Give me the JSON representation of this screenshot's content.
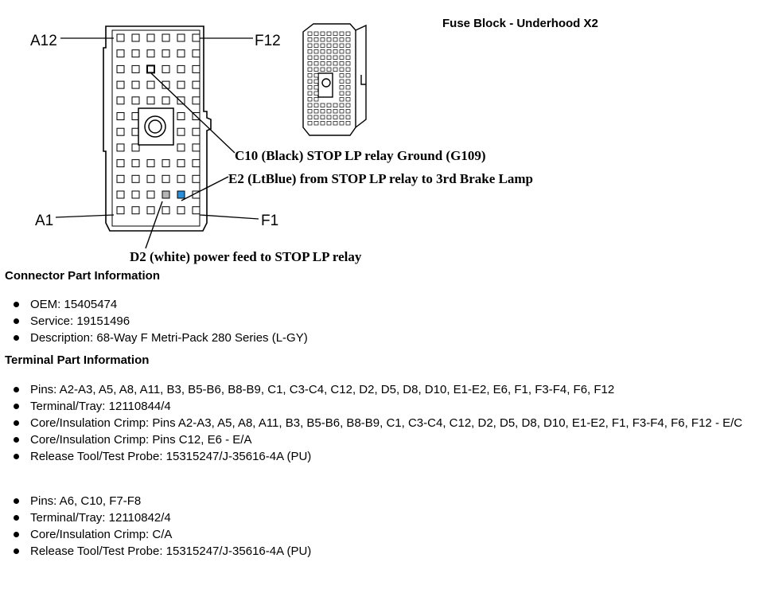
{
  "header": {
    "title": "Fuse Block - Underhood X2"
  },
  "diagram": {
    "corner_labels": {
      "top_left": "A12",
      "top_right": "F12",
      "bottom_left": "A1",
      "bottom_right": "F1"
    },
    "callouts": [
      {
        "pin": "C10",
        "text": "C10 (Black) STOP LP relay Ground (G109)"
      },
      {
        "pin": "E2",
        "text": "E2 (LtBlue) from STOP LP relay to 3rd Brake Lamp",
        "color": "#2a8fd8"
      },
      {
        "pin": "D2",
        "text": "D2 (white) power feed to STOP LP relay",
        "color": "#b4b4b4"
      }
    ]
  },
  "connector_info": {
    "heading": "Connector Part Information",
    "items": [
      "OEM: 15405474",
      "Service: 19151496",
      "Description: 68-Way F Metri-Pack 280 Series (L-GY)"
    ]
  },
  "terminal_info": {
    "heading": "Terminal Part Information",
    "group1": [
      "Pins: A2-A3, A5, A8, A11, B3, B5-B6, B8-B9, C1, C3-C4, C12, D2, D5, D8, D10, E1-E2, E6, F1, F3-F4, F6, F12",
      "Terminal/Tray: 12110844/4",
      "Core/Insulation Crimp: Pins A2-A3, A5, A8, A11, B3, B5-B6, B8-B9, C1, C3-C4, C12, D2, D5, D8, D10, E1-E2, F1, F3-F4, F6, F12 - E/C",
      "Core/Insulation Crimp: Pins C12, E6 - E/A",
      "Release Tool/Test Probe: 15315247/J-35616-4A (PU)"
    ],
    "group2": [
      "Pins: A6, C10, F7-F8",
      "Terminal/Tray: 12110842/4",
      "Core/Insulation Crimp: C/A",
      "Release Tool/Test Probe: 15315247/J-35616-4A (PU)"
    ]
  }
}
